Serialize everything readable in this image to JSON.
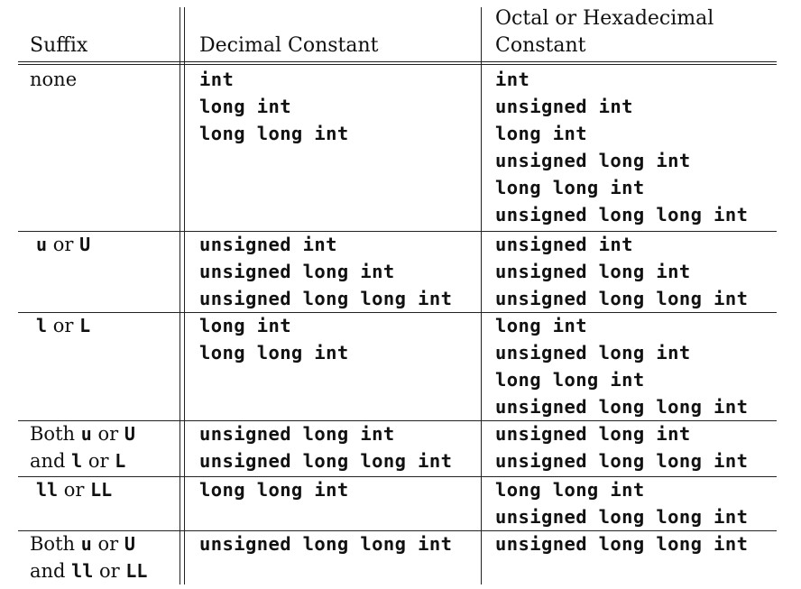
{
  "headers": {
    "suffix": "Suffix",
    "decimal": "Decimal Constant",
    "octal_hex_line1": "Octal or Hexadecimal",
    "octal_hex_line2": "Constant"
  },
  "rows": [
    {
      "suffix_lines": [
        [
          {
            "t": "none",
            "k": false
          }
        ]
      ],
      "decimal": [
        "int",
        "long int",
        "long long int"
      ],
      "octal_hex": [
        "int",
        "unsigned int",
        "long int",
        "unsigned long int",
        "long long int",
        "unsigned long long int"
      ]
    },
    {
      "suffix_lines": [
        [
          {
            "t": "u",
            "k": true
          },
          {
            "t": " or ",
            "k": false
          },
          {
            "t": "U",
            "k": true
          }
        ]
      ],
      "decimal": [
        "unsigned int",
        "unsigned long int",
        "unsigned long long int"
      ],
      "octal_hex": [
        "unsigned int",
        "unsigned long int",
        "unsigned long long int"
      ]
    },
    {
      "suffix_lines": [
        [
          {
            "t": "l",
            "k": true
          },
          {
            "t": " or ",
            "k": false
          },
          {
            "t": "L",
            "k": true
          }
        ]
      ],
      "decimal": [
        "long int",
        "long long int"
      ],
      "octal_hex": [
        "long int",
        "unsigned long int",
        "long long int",
        "unsigned long long int"
      ]
    },
    {
      "suffix_lines": [
        [
          {
            "t": "Both ",
            "k": false
          },
          {
            "t": "u",
            "k": true
          },
          {
            "t": " or ",
            "k": false
          },
          {
            "t": "U",
            "k": true
          }
        ],
        [
          {
            "t": "and ",
            "k": false
          },
          {
            "t": "l",
            "k": true
          },
          {
            "t": " or ",
            "k": false
          },
          {
            "t": "L",
            "k": true
          }
        ]
      ],
      "decimal": [
        "unsigned long int",
        "unsigned long long int"
      ],
      "octal_hex": [
        "unsigned long int",
        "unsigned long long int"
      ]
    },
    {
      "suffix_lines": [
        [
          {
            "t": "ll",
            "k": true
          },
          {
            "t": " or ",
            "k": false
          },
          {
            "t": "LL",
            "k": true
          }
        ]
      ],
      "decimal": [
        "long long int"
      ],
      "octal_hex": [
        "long long int",
        "unsigned long long int"
      ]
    },
    {
      "suffix_lines": [
        [
          {
            "t": "Both ",
            "k": false
          },
          {
            "t": "u",
            "k": true
          },
          {
            "t": " or ",
            "k": false
          },
          {
            "t": "U",
            "k": true
          }
        ],
        [
          {
            "t": "and ",
            "k": false
          },
          {
            "t": "ll",
            "k": true
          },
          {
            "t": " or ",
            "k": false
          },
          {
            "t": "LL",
            "k": true
          }
        ]
      ],
      "decimal": [
        "unsigned long long int"
      ],
      "octal_hex": [
        "unsigned long long int"
      ]
    }
  ]
}
